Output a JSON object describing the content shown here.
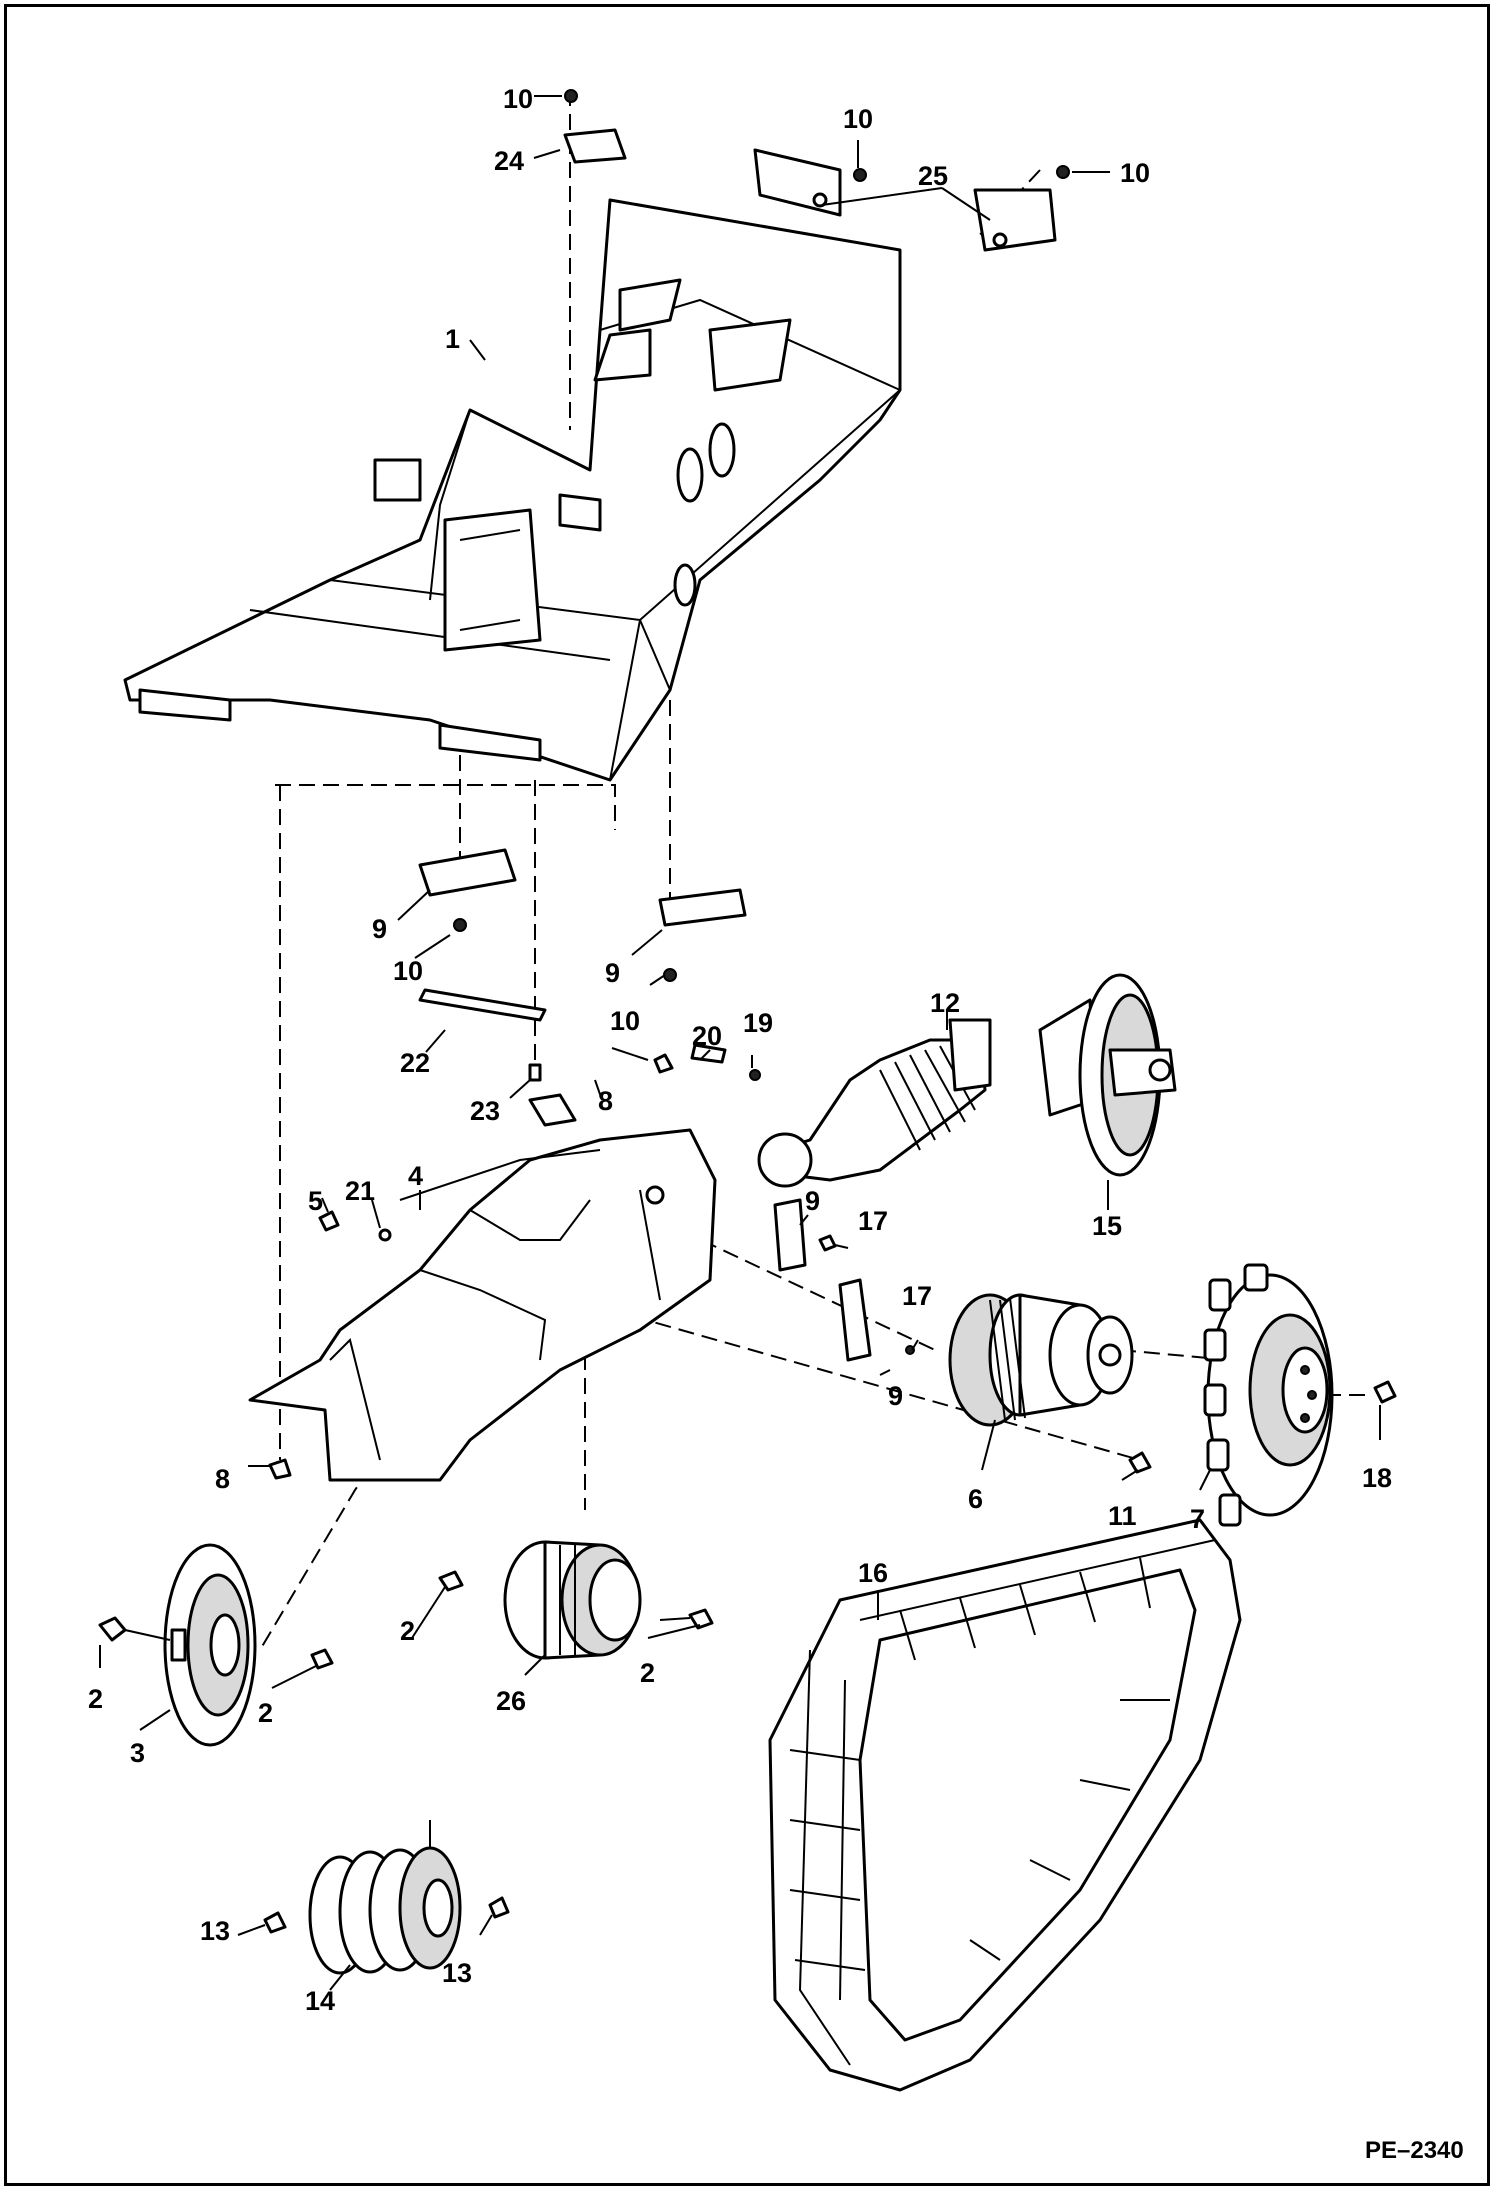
{
  "figure": {
    "reference": "PE–2340",
    "callouts": [
      {
        "id": "c1",
        "text": "1"
      },
      {
        "id": "c2a",
        "text": "2"
      },
      {
        "id": "c2b",
        "text": "2"
      },
      {
        "id": "c2c",
        "text": "2"
      },
      {
        "id": "c2d",
        "text": "2"
      },
      {
        "id": "c3",
        "text": "3"
      },
      {
        "id": "c4",
        "text": "4"
      },
      {
        "id": "c5",
        "text": "5"
      },
      {
        "id": "c6",
        "text": "6"
      },
      {
        "id": "c7",
        "text": "7"
      },
      {
        "id": "c8a",
        "text": "8"
      },
      {
        "id": "c8b",
        "text": "8"
      },
      {
        "id": "c9a",
        "text": "9"
      },
      {
        "id": "c9b",
        "text": "9"
      },
      {
        "id": "c9c",
        "text": "9"
      },
      {
        "id": "c9d",
        "text": "9"
      },
      {
        "id": "c10a",
        "text": "10"
      },
      {
        "id": "c10b",
        "text": "10"
      },
      {
        "id": "c10c",
        "text": "10"
      },
      {
        "id": "c10d",
        "text": "10"
      },
      {
        "id": "c10e",
        "text": "10"
      },
      {
        "id": "c11",
        "text": "11"
      },
      {
        "id": "c12",
        "text": "12"
      },
      {
        "id": "c13a",
        "text": "13"
      },
      {
        "id": "c13b",
        "text": "13"
      },
      {
        "id": "c14",
        "text": "14"
      },
      {
        "id": "c15",
        "text": "15"
      },
      {
        "id": "c16",
        "text": "16"
      },
      {
        "id": "c17a",
        "text": "17"
      },
      {
        "id": "c17b",
        "text": "17"
      },
      {
        "id": "c18",
        "text": "18"
      },
      {
        "id": "c19",
        "text": "19"
      },
      {
        "id": "c20",
        "text": "20"
      },
      {
        "id": "c21",
        "text": "21"
      },
      {
        "id": "c22",
        "text": "22"
      },
      {
        "id": "c23",
        "text": "23"
      },
      {
        "id": "c24",
        "text": "24"
      },
      {
        "id": "c25",
        "text": "25"
      },
      {
        "id": "c26",
        "text": "26"
      }
    ]
  }
}
